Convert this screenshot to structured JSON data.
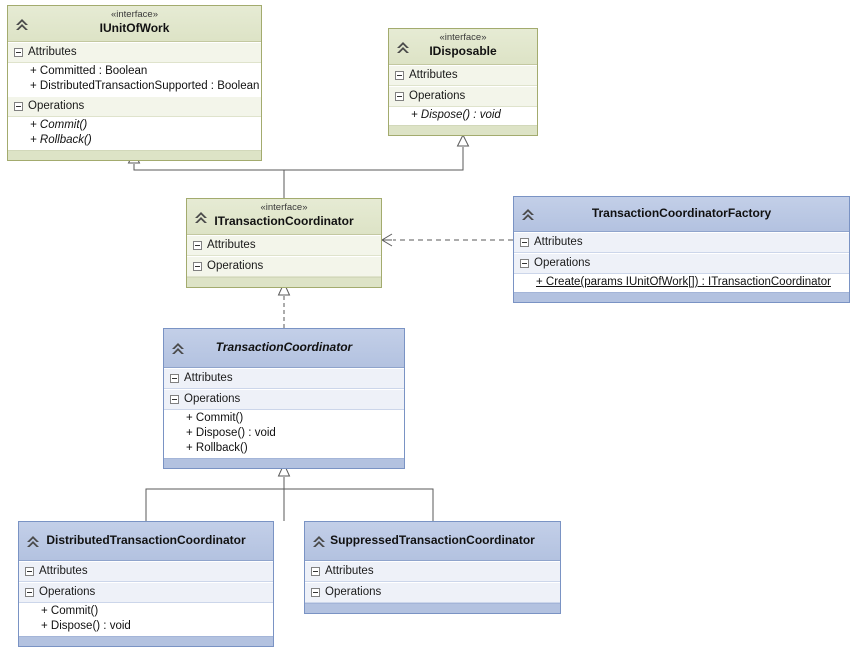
{
  "diagram": {
    "title": "UML Class Diagram",
    "type": "uml-class-diagram",
    "colors": {
      "interface_header": "#dde3c6",
      "interface_border": "#a3ab6e",
      "class_header": "#b3c2e0",
      "class_border": "#7a93c4",
      "connector": "#5a5a5a",
      "background": "#ffffff"
    },
    "labels": {
      "stereotype_interface": "«interface»",
      "attributes": "Attributes",
      "operations": "Operations",
      "expander_icon": "minus-box-icon",
      "class_icon": "double-chevron-up-icon"
    }
  },
  "classes": {
    "iunitofwork": {
      "stereotype": "«interface»",
      "name": "IUnitOfWork",
      "abstract": false,
      "attributes_label": "Attributes",
      "operations_label": "Operations",
      "attributes": [
        {
          "text": "+ Committed : Boolean",
          "italic": false,
          "static": false
        },
        {
          "text": "+ DistributedTransactionSupported : Boolean",
          "italic": false,
          "static": false
        }
      ],
      "operations": [
        {
          "text": "+ Commit()",
          "italic": true,
          "static": false
        },
        {
          "text": "+ Rollback()",
          "italic": true,
          "static": false
        }
      ]
    },
    "idisposable": {
      "stereotype": "«interface»",
      "name": "IDisposable",
      "abstract": false,
      "attributes_label": "Attributes",
      "operations_label": "Operations",
      "attributes": [],
      "operations": [
        {
          "text": "+ Dispose() : void",
          "italic": true,
          "static": false
        }
      ]
    },
    "itransactioncoordinator": {
      "stereotype": "«interface»",
      "name": "ITransactionCoordinator",
      "abstract": false,
      "attributes_label": "Attributes",
      "operations_label": "Operations",
      "attributes": [],
      "operations": []
    },
    "factory": {
      "stereotype": "",
      "name": "TransactionCoordinatorFactory",
      "abstract": false,
      "attributes_label": "Attributes",
      "operations_label": "Operations",
      "attributes": [],
      "operations": [
        {
          "text": "+ Create(params IUnitOfWork[]) : ITransactionCoordinator",
          "italic": false,
          "static": true
        }
      ]
    },
    "transactioncoordinator": {
      "stereotype": "",
      "name": "TransactionCoordinator",
      "abstract": true,
      "attributes_label": "Attributes",
      "operations_label": "Operations",
      "attributes": [],
      "operations": [
        {
          "text": "+ Commit()",
          "italic": false,
          "static": false
        },
        {
          "text": "+ Dispose() : void",
          "italic": false,
          "static": false
        },
        {
          "text": "+ Rollback()",
          "italic": false,
          "static": false
        }
      ]
    },
    "distributed": {
      "stereotype": "",
      "name": "DistributedTransactionCoordinator",
      "abstract": false,
      "attributes_label": "Attributes",
      "operations_label": "Operations",
      "attributes": [],
      "operations": [
        {
          "text": "+ Commit()",
          "italic": false,
          "static": false
        },
        {
          "text": "+ Dispose() : void",
          "italic": false,
          "static": false
        }
      ]
    },
    "suppressed": {
      "stereotype": "",
      "name": "SuppressedTransactionCoordinator",
      "abstract": false,
      "attributes_label": "Attributes",
      "operations_label": "Operations",
      "attributes": [],
      "operations": []
    }
  },
  "relationships": [
    {
      "from": "ITransactionCoordinator",
      "to": "IUnitOfWork",
      "kind": "generalization",
      "style": "solid",
      "arrow": "hollow-triangle"
    },
    {
      "from": "ITransactionCoordinator",
      "to": "IDisposable",
      "kind": "generalization",
      "style": "solid",
      "arrow": "hollow-triangle"
    },
    {
      "from": "TransactionCoordinator",
      "to": "ITransactionCoordinator",
      "kind": "realization",
      "style": "dashed",
      "arrow": "hollow-triangle"
    },
    {
      "from": "TransactionCoordinatorFactory",
      "to": "ITransactionCoordinator",
      "kind": "dependency",
      "style": "dashed",
      "arrow": "open-arrow"
    },
    {
      "from": "DistributedTransactionCoordinator",
      "to": "TransactionCoordinator",
      "kind": "generalization",
      "style": "solid",
      "arrow": "hollow-triangle"
    },
    {
      "from": "SuppressedTransactionCoordinator",
      "to": "TransactionCoordinator",
      "kind": "generalization",
      "style": "solid",
      "arrow": "hollow-triangle"
    }
  ]
}
